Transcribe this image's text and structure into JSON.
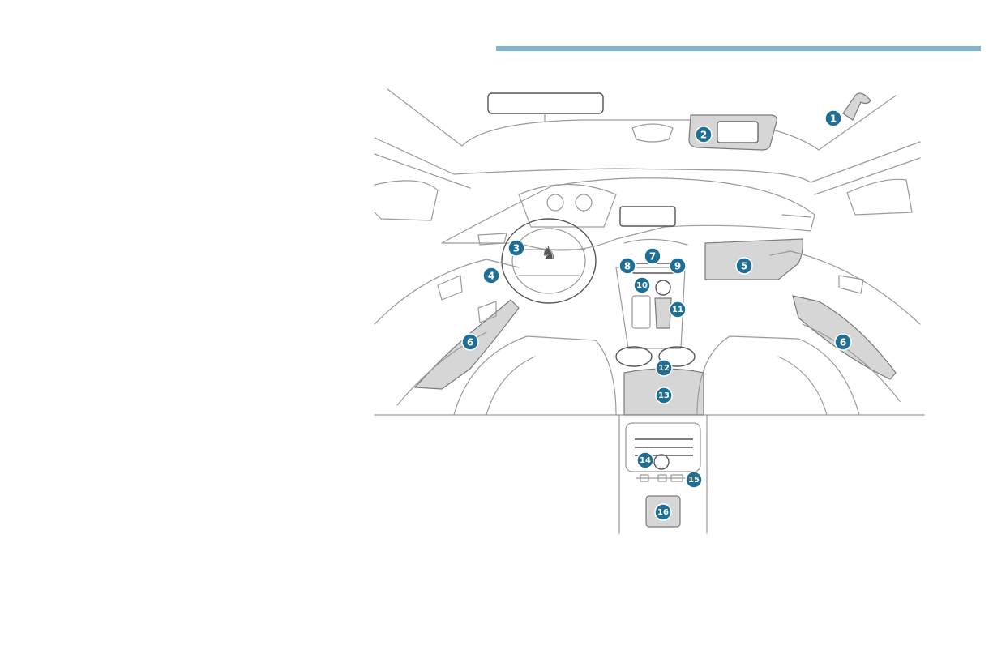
{
  "colors": {
    "accent_rule": "#7fb6d6",
    "callout_fill": "#1f6f95",
    "callout_text": "#ffffff",
    "shaded_part": "#d6d6d6"
  },
  "callouts": [
    {
      "id": "1",
      "label": "1"
    },
    {
      "id": "2",
      "label": "2"
    },
    {
      "id": "3",
      "label": "3"
    },
    {
      "id": "4",
      "label": "4"
    },
    {
      "id": "5",
      "label": "5"
    },
    {
      "id": "6a",
      "label": "6"
    },
    {
      "id": "6b",
      "label": "6"
    },
    {
      "id": "7",
      "label": "7"
    },
    {
      "id": "8",
      "label": "8"
    },
    {
      "id": "9",
      "label": "9"
    },
    {
      "id": "10",
      "label": "10"
    },
    {
      "id": "11",
      "label": "11"
    },
    {
      "id": "12",
      "label": "12"
    },
    {
      "id": "13",
      "label": "13"
    },
    {
      "id": "14",
      "label": "14"
    },
    {
      "id": "15",
      "label": "15"
    },
    {
      "id": "16",
      "label": "16"
    }
  ]
}
